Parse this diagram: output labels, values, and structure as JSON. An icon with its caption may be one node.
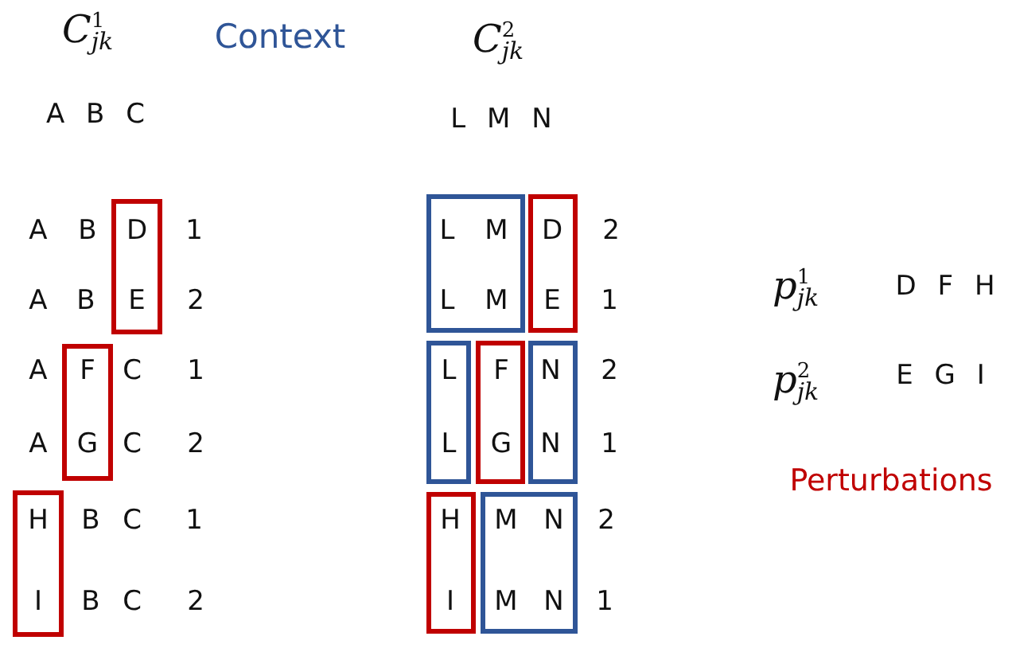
{
  "diagram": {
    "nodes": [
      {
        "text": [
          "D",
          "E"
        ]
      },
      {
        "text": [
          "F",
          "G"
        ]
      },
      {
        "text": [
          "H",
          "I"
        ]
      },
      {
        "text": [
          "L",
          "M",
          "L",
          "M"
        ]
      },
      {
        "text": [
          "D",
          "E"
        ]
      },
      {
        "text": [
          "L",
          "L"
        ]
      },
      {
        "text": [
          "F",
          "G"
        ]
      },
      {
        "text": [
          "N",
          "N"
        ]
      },
      {
        "text": [
          "H",
          "I"
        ]
      },
      {
        "text": [
          "M",
          "N",
          "M",
          "N"
        ]
      }
    ],
    "labels": [
      "C$^{1}$$_{jk}$",
      "Context",
      "C$^{2}$$_{jk}$",
      "A B C",
      "L M N",
      "A",
      "B",
      "1",
      "2",
      "A",
      "B",
      "2",
      "1",
      "A",
      "C",
      "1",
      "2",
      "A",
      "C",
      "2",
      "1",
      "B",
      "C",
      "1",
      "2",
      "B",
      "C",
      "2",
      "1",
      "p$^{1}$$_{jk}$",
      "D F H",
      "p$^{2}$$_{jk}$",
      "E G I",
      "Perturbations"
    ]
  }
}
